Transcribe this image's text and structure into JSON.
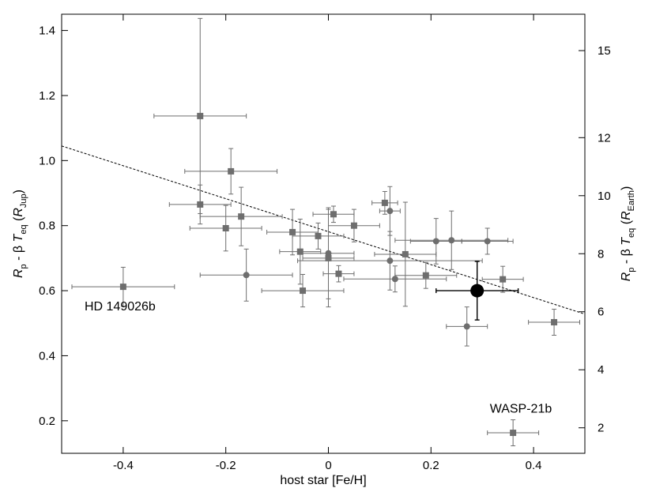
{
  "chart_data": {
    "type": "scatter",
    "xlabel": "host star [Fe/H]",
    "ylabel_left": {
      "main": "R",
      "sub1": "p",
      "mid": " - β ",
      "t": "T",
      "sub2": "eq",
      "paren_open": " (",
      "r": "R",
      "sub3": "Jup",
      "paren_close": ")"
    },
    "ylabel_right": {
      "main": "R",
      "sub1": "p",
      "mid": " - β ",
      "t": "T",
      "sub2": "eq",
      "paren_open": " (",
      "r": "R",
      "sub3": "Earth",
      "paren_close": ")"
    },
    "xlim": [
      -0.52,
      0.5
    ],
    "ylim": [
      0.1,
      1.45
    ],
    "xticks": [
      -0.4,
      -0.2,
      0,
      0.2,
      0.4
    ],
    "xtick_labels": [
      "-0.4",
      "-0.2",
      "0",
      "0.2",
      "0.4"
    ],
    "yticks": [
      0.2,
      0.4,
      0.6,
      0.8,
      1.0,
      1.2,
      1.4
    ],
    "ytick_labels": [
      "0.2",
      "0.4",
      "0.6",
      "0.8",
      "1.0",
      "1.2",
      "1.4"
    ],
    "right_ticks": [
      2,
      4,
      6,
      8,
      10,
      12,
      15
    ],
    "right_tick_labels": [
      "2",
      "4",
      "6",
      "8",
      "10",
      "12",
      "15"
    ],
    "earth_per_jup": 11.21,
    "grid": false,
    "colors": {
      "points": "#6e6e6e",
      "highlight": "#000000",
      "trend": "#000000"
    },
    "trend_line": {
      "x": [
        -0.52,
        0.5
      ],
      "y": [
        1.045,
        0.528
      ]
    },
    "squares": [
      {
        "x": -0.4,
        "y": 0.612,
        "xerr": 0.1,
        "yerr": 0.06
      },
      {
        "x": -0.25,
        "y": 1.137,
        "xerr": 0.09,
        "yerr": 0.3
      },
      {
        "x": -0.19,
        "y": 0.967,
        "xerr": 0.09,
        "yerr": 0.07
      },
      {
        "x": -0.25,
        "y": 0.865,
        "xerr": 0.06,
        "yerr": 0.06
      },
      {
        "x": -0.17,
        "y": 0.828,
        "xerr": 0.08,
        "yerr": 0.09
      },
      {
        "x": -0.2,
        "y": 0.792,
        "xerr": 0.07,
        "yerr": 0.07
      },
      {
        "x": -0.07,
        "y": 0.78,
        "xerr": 0.05,
        "yerr": 0.07
      },
      {
        "x": -0.02,
        "y": 0.768,
        "xerr": 0.05,
        "yerr": 0.04
      },
      {
        "x": -0.055,
        "y": 0.72,
        "xerr": 0.04,
        "yerr": 0.1
      },
      {
        "x": 0.0,
        "y": 0.7,
        "xerr": 0.05,
        "yerr": 0.15
      },
      {
        "x": 0.01,
        "y": 0.835,
        "xerr": 0.04,
        "yerr": 0.025
      },
      {
        "x": 0.05,
        "y": 0.8,
        "xerr": 0.05,
        "yerr": 0.05
      },
      {
        "x": 0.11,
        "y": 0.87,
        "xerr": 0.025,
        "yerr": 0.035
      },
      {
        "x": 0.15,
        "y": 0.712,
        "xerr": 0.06,
        "yerr": 0.16
      },
      {
        "x": 0.02,
        "y": 0.652,
        "xerr": 0.03,
        "yerr": 0.025
      },
      {
        "x": -0.05,
        "y": 0.6,
        "xerr": 0.08,
        "yerr": 0.05
      },
      {
        "x": 0.19,
        "y": 0.647,
        "xerr": 0.06,
        "yerr": 0.04
      },
      {
        "x": 0.34,
        "y": 0.635,
        "xerr": 0.04,
        "yerr": 0.04
      },
      {
        "x": 0.44,
        "y": 0.503,
        "xerr": 0.05,
        "yerr": 0.04
      },
      {
        "x": 0.36,
        "y": 0.163,
        "xerr": 0.05,
        "yerr": 0.04
      }
    ],
    "circles": [
      {
        "x": -0.16,
        "y": 0.648,
        "xerr": 0.09,
        "yerr": 0.08
      },
      {
        "x": 0.0,
        "y": 0.715,
        "xerr": 0.05,
        "yerr": 0.14
      },
      {
        "x": 0.12,
        "y": 0.845,
        "xerr": 0.02,
        "yerr": 0.075
      },
      {
        "x": 0.12,
        "y": 0.692,
        "xerr": 0.18,
        "yerr": 0.09
      },
      {
        "x": 0.13,
        "y": 0.636,
        "xerr": 0.1,
        "yerr": 0.04
      },
      {
        "x": 0.21,
        "y": 0.752,
        "xerr": 0.05,
        "yerr": 0.07
      },
      {
        "x": 0.24,
        "y": 0.755,
        "xerr": 0.11,
        "yerr": 0.09
      },
      {
        "x": 0.31,
        "y": 0.752,
        "xerr": 0.05,
        "yerr": 0.04
      },
      {
        "x": 0.27,
        "y": 0.49,
        "xerr": 0.04,
        "yerr": 0.06
      }
    ],
    "highlight": {
      "x": 0.29,
      "y": 0.6,
      "xerr": 0.08,
      "yerr": 0.09
    },
    "annotations": [
      {
        "text": "HD 149026b",
        "x": -0.5,
        "y": 0.54
      },
      {
        "text": "WASP-21b",
        "x": 0.29,
        "y": 0.225
      }
    ]
  }
}
